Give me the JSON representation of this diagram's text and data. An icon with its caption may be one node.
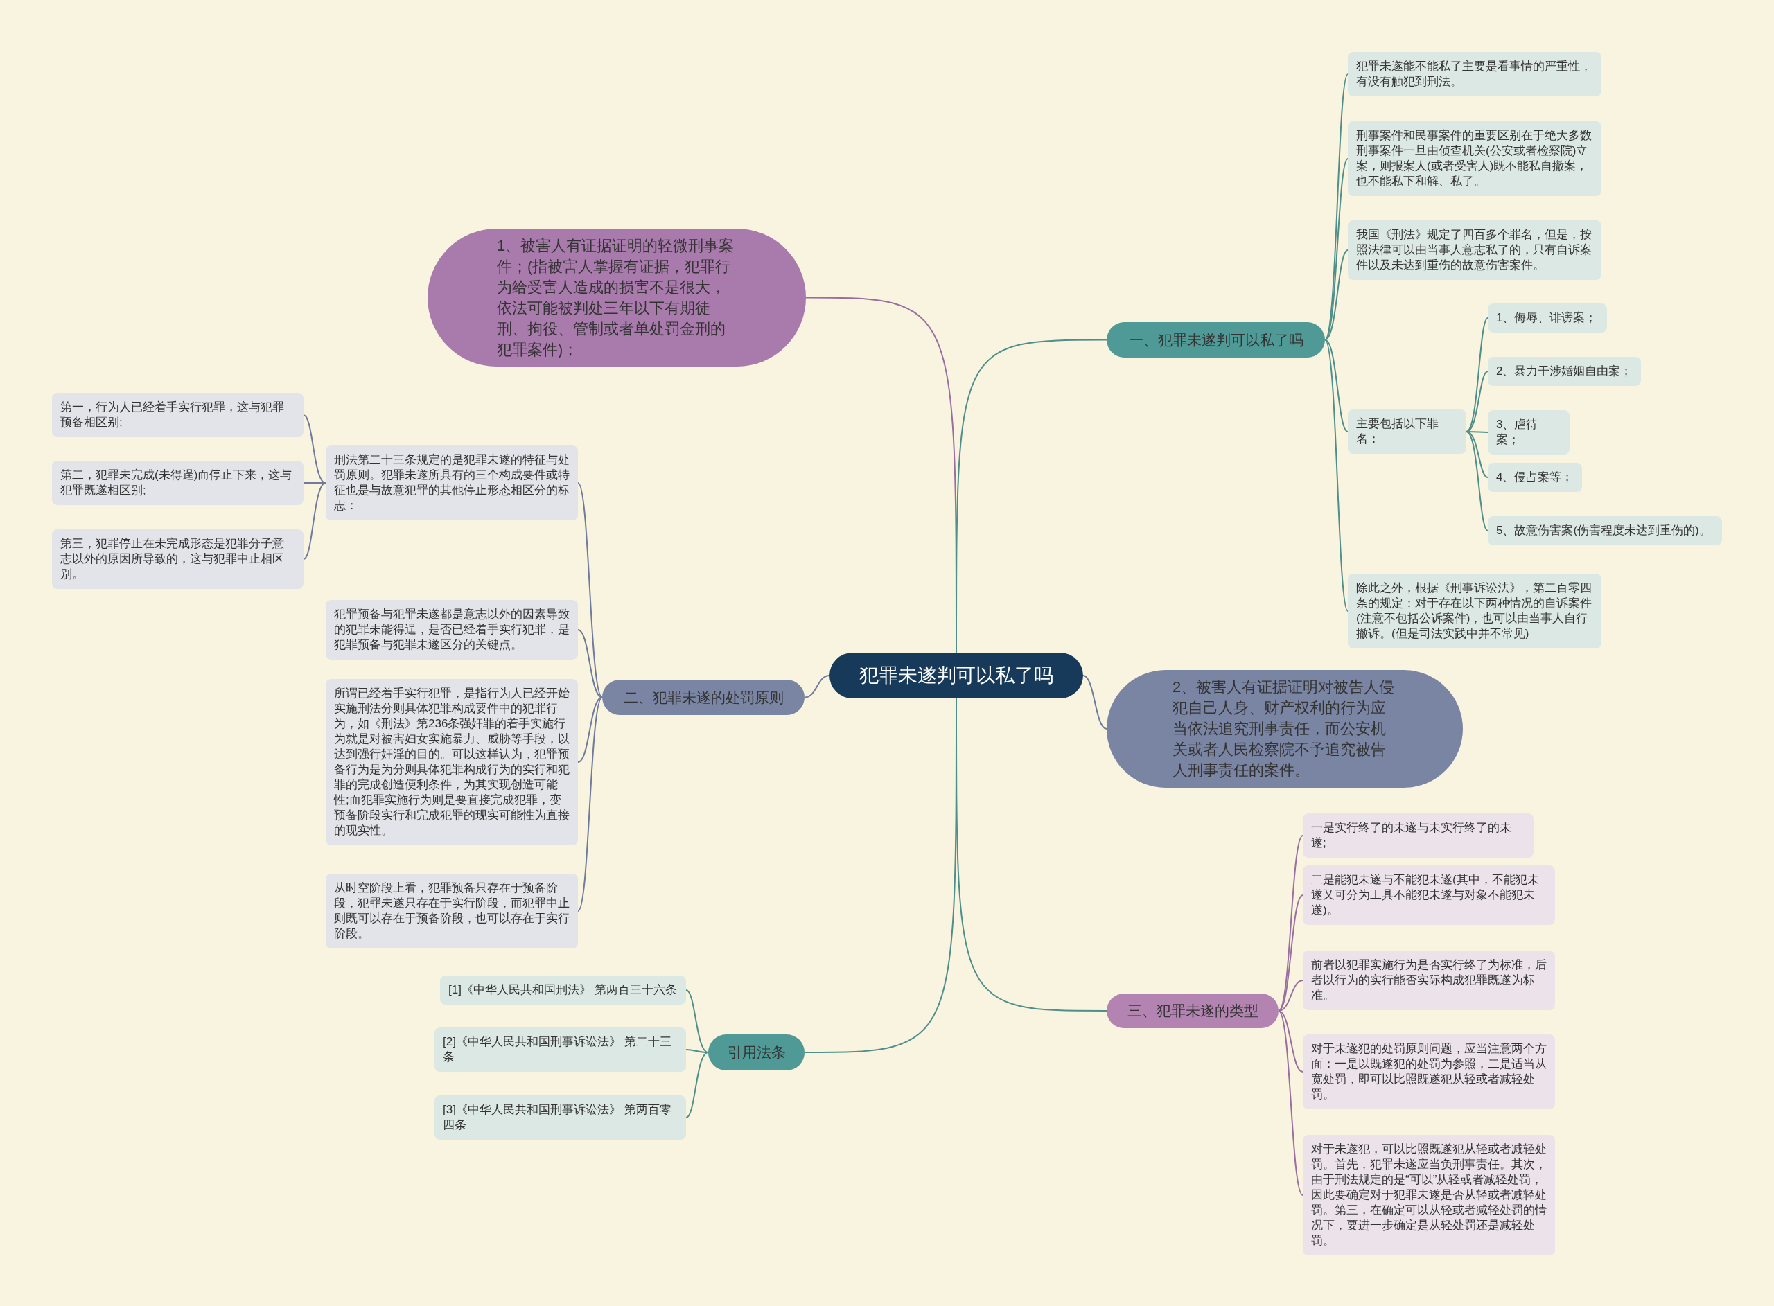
{
  "diagram": {
    "nodes": [
      {
        "text": [
          "犯罪未遂判可以私了吗"
        ]
      },
      {
        "text": [
          "1、被害人有证据证明的轻微刑事案件；(指被害人掌握有证据，犯罪行为给受害人造成的损害不是很大，依法可能被判处三年以下有期徒刑、拘役、管制或者单处罚金刑的犯罪案件)；"
        ]
      },
      {
        "text": [
          "一、犯罪未遂判可以私了吗"
        ]
      },
      {
        "text": [
          "犯罪未遂能不能私了主要是看事情的严重性，有没有触犯到刑法。"
        ]
      },
      {
        "text": [
          "刑事案件和民事案件的重要区别在于绝大多数刑事案件一旦由侦查机关(公安或者检察院)立案，则报案人(或者受害人)既不能私自撤案，也不能私下和解、私了。"
        ]
      },
      {
        "text": [
          "我国《刑法》规定了四百多个罪名，但是，按照法律可以由当事人意志私了的，只有自诉案件以及未达到重伤的故意伤害案件。"
        ]
      },
      {
        "text": [
          "主要包括以下罪名："
        ]
      },
      {
        "text": [
          "1、侮辱、诽谤案；"
        ]
      },
      {
        "text": [
          "2、暴力干涉婚姻自由案；"
        ]
      },
      {
        "text": [
          "3、虐待案；"
        ]
      },
      {
        "text": [
          "4、侵占案等；"
        ]
      },
      {
        "text": [
          "5、故意伤害案(伤害程度未达到重伤的)。"
        ]
      },
      {
        "text": [
          "除此之外，根据《刑事诉讼法》，第二百零四条的规定：对于存在以下两种情况的自诉案件(注意不包括公诉案件)，也可以由当事人自行撤诉。(但是司法实践中并不常见)"
        ]
      },
      {
        "text": [
          "2、被害人有证据证明对被告人侵犯自己人身、财产权利的行为应当依法追究刑事责任，而公安机关或者人民检察院不予追究被告人刑事责任的案件。"
        ]
      },
      {
        "text": [
          "三、犯罪未遂的类型"
        ]
      },
      {
        "text": [
          "一是实行终了的未遂与未实行终了的未遂;"
        ]
      },
      {
        "text": [
          "二是能犯未遂与不能犯未遂(其中，不能犯未遂又可分为工具不能犯未遂与对象不能犯未遂)。"
        ]
      },
      {
        "text": [
          "前者以犯罪实施行为是否实行终了为标准，后者以行为的实行能否实际构成犯罪既遂为标准。"
        ]
      },
      {
        "text": [
          "对于未遂犯的处罚原则问题，应当注意两个方面：一是以既遂犯的处罚为参照，二是适当从宽处罚，即可以比照既遂犯从轻或者减轻处罚。"
        ]
      },
      {
        "text": [
          "对于未遂犯，可以比照既遂犯从轻或者减轻处罚。首先，犯罪未遂应当负刑事责任。其次，由于刑法规定的是“可以”从轻或者减轻处罚，因此要确定对于犯罪未遂是否从轻或者减轻处罚。第三，在确定可以从轻或者减轻处罚的情况下，要进一步确定是从轻处罚还是减轻处罚。"
        ]
      },
      {
        "text": [
          "二、犯罪未遂的处罚原则"
        ]
      },
      {
        "text": [
          "刑法第二十三条规定的是犯罪未遂的特征与处罚原则。犯罪未遂所具有的三个构成要件或特征也是与故意犯罪的其他停止形态相区分的标志："
        ]
      },
      {
        "text": [
          "第一，行为人已经着手实行犯罪，这与犯罪预备相区别;"
        ]
      },
      {
        "text": [
          "第二，犯罪未完成(未得逞)而停止下来，这与犯罪既遂相区别;"
        ]
      },
      {
        "text": [
          "第三，犯罪停止在未完成形态是犯罪分子意志以外的原因所导致的，这与犯罪中止相区别。"
        ]
      },
      {
        "text": [
          "犯罪预备与犯罪未遂都是意志以外的因素导致的犯罪未能得逞，是否已经着手实行犯罪，是犯罪预备与犯罪未遂区分的关键点。"
        ]
      },
      {
        "text": [
          "所谓已经着手实行犯罪，是指行为人已经开始实施刑法分则具体犯罪构成要件中的犯罪行为，如《刑法》第236条强奸罪的着手实施行为就是对被害妇女实施暴力、威胁等手段，以达到强行奸淫的目的。可以这样认为，犯罪预备行为是为分则具体犯罪构成行为的实行和犯罪的完成创造便利条件，为其实现创造可能性;而犯罪实施行为则是要直接完成犯罪，变预备阶段实行和完成犯罪的现实可能性为直接的现实性。"
        ]
      },
      {
        "text": [
          "从时空阶段上看，犯罪预备只存在于预备阶段，犯罪未遂只存在于实行阶段，而犯罪中止则既可以存在于预备阶段，也可以存在于实行阶段。"
        ]
      },
      {
        "text": [
          "引用法条"
        ]
      },
      {
        "text": [
          "[1]《中华人民共和国刑法》 第两百三十六条"
        ]
      },
      {
        "text": [
          "[2]《中华人民共和国刑事诉讼法》 第二十三条"
        ]
      },
      {
        "text": [
          "[3]《中华人民共和国刑事诉讼法》 第两百零四条"
        ]
      }
    ],
    "edges": [
      {
        "from": 0,
        "to": 1,
        "arrow": "none",
        "color": "#9a6fa0"
      },
      {
        "from": 0,
        "to": 2,
        "arrow": "none"
      },
      {
        "from": 0,
        "to": 13,
        "arrow": "none",
        "color": "#6f7a9c"
      },
      {
        "from": 0,
        "to": 14,
        "arrow": "none"
      },
      {
        "from": 0,
        "to": 20,
        "arrow": "none",
        "color": "#6f7a9c"
      },
      {
        "from": 0,
        "to": 28,
        "arrow": "none"
      },
      {
        "from": 2,
        "to": 3,
        "arrow": "none"
      },
      {
        "from": 2,
        "to": 4,
        "arrow": "none"
      },
      {
        "from": 2,
        "to": 5,
        "arrow": "none"
      },
      {
        "from": 2,
        "to": 6,
        "arrow": "none"
      },
      {
        "from": 2,
        "to": 12,
        "arrow": "none"
      },
      {
        "from": 6,
        "to": 7,
        "arrow": "none"
      },
      {
        "from": 6,
        "to": 8,
        "arrow": "none"
      },
      {
        "from": 6,
        "to": 9,
        "arrow": "none"
      },
      {
        "from": 6,
        "to": 10,
        "arrow": "none"
      },
      {
        "from": 6,
        "to": 11,
        "arrow": "none"
      },
      {
        "from": 14,
        "to": 15,
        "arrow": "none",
        "color": "#9a6fa0"
      },
      {
        "from": 14,
        "to": 16,
        "arrow": "none",
        "color": "#9a6fa0"
      },
      {
        "from": 14,
        "to": 17,
        "arrow": "none",
        "color": "#9a6fa0"
      },
      {
        "from": 14,
        "to": 18,
        "arrow": "none",
        "color": "#9a6fa0"
      },
      {
        "from": 14,
        "to": 19,
        "arrow": "none",
        "color": "#9a6fa0"
      },
      {
        "from": 20,
        "to": 21,
        "arrow": "none",
        "color": "#6f7a9c"
      },
      {
        "from": 20,
        "to": 25,
        "arrow": "none",
        "color": "#6f7a9c"
      },
      {
        "from": 20,
        "to": 26,
        "arrow": "none",
        "color": "#6f7a9c"
      },
      {
        "from": 20,
        "to": 27,
        "arrow": "none",
        "color": "#6f7a9c"
      },
      {
        "from": 21,
        "to": 22,
        "arrow": "none",
        "color": "#6f7a9c"
      },
      {
        "from": 21,
        "to": 23,
        "arrow": "none",
        "color": "#6f7a9c"
      },
      {
        "from": 21,
        "to": 24,
        "arrow": "none",
        "color": "#6f7a9c"
      },
      {
        "from": 28,
        "to": 29,
        "arrow": "none"
      },
      {
        "from": 28,
        "to": 30,
        "arrow": "none"
      },
      {
        "from": 28,
        "to": 31,
        "arrow": "none"
      }
    ]
  }
}
